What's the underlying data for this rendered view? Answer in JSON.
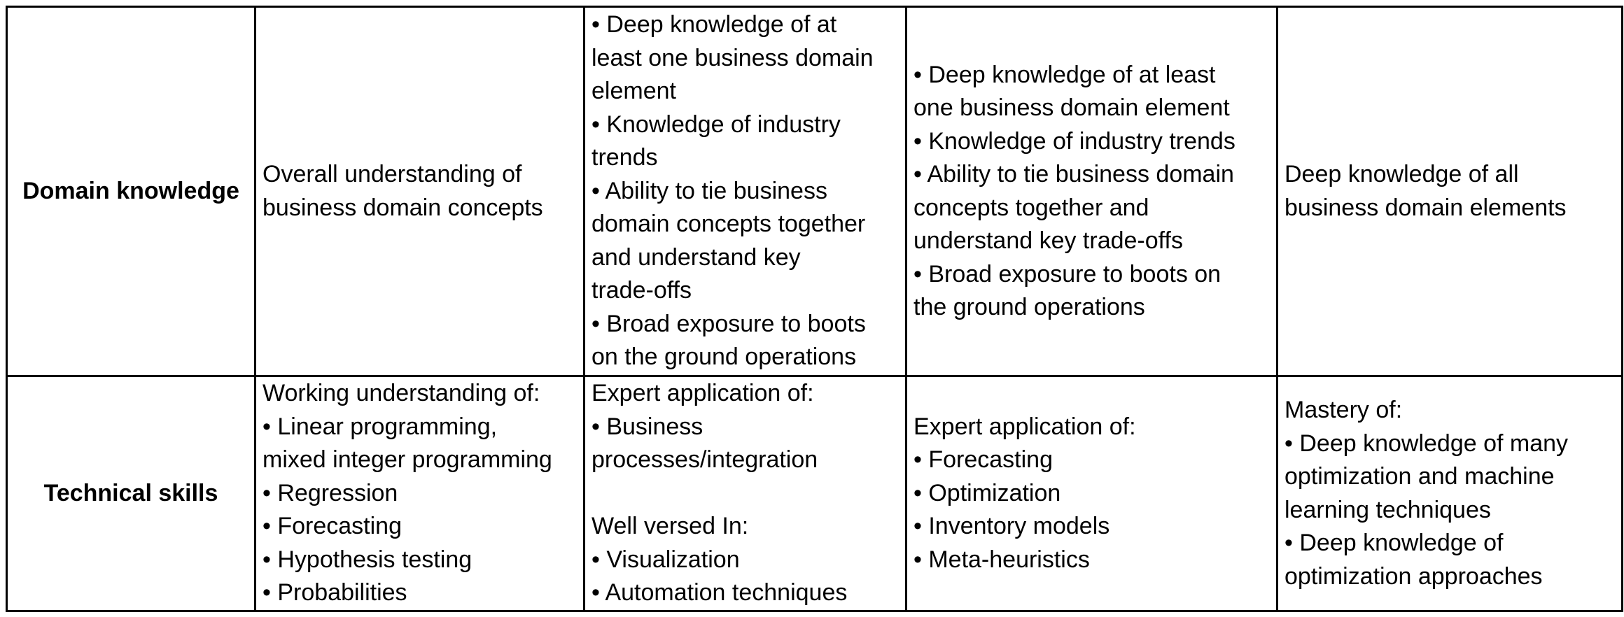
{
  "rows": [
    {
      "key": "domain-knowledge",
      "header": "Domain knowledge",
      "cells": [
        [
          "Overall understanding of",
          "business domain concepts"
        ],
        [
          "• Deep knowledge of at",
          "least one business domain",
          "element",
          "• Knowledge of industry",
          "trends",
          "• Ability to tie business",
          "domain concepts together",
          "and understand key",
          "trade-offs",
          "• Broad exposure to boots",
          "on the ground operations"
        ],
        [
          "• Deep knowledge of at least",
          "one business domain element",
          "• Knowledge of industry trends",
          "• Ability to tie business domain",
          "concepts together and",
          "understand key trade-offs",
          "• Broad exposure to boots on",
          "the ground operations"
        ],
        [
          "Deep knowledge of all",
          "business domain elements"
        ]
      ]
    },
    {
      "key": "technical-skills",
      "header": "Technical skills",
      "cells": [
        [
          "Working understanding of:",
          "• Linear programming,",
          "mixed integer programming",
          "• Regression",
          "• Forecasting",
          "• Hypothesis testing",
          "• Probabilities"
        ],
        [
          "Expert application of:",
          "• Business",
          "processes/integration",
          "",
          "Well versed In:",
          "• Visualization",
          "• Automation techniques"
        ],
        [
          "Expert application of:",
          "• Forecasting",
          "• Optimization",
          "• Inventory models",
          "• Meta-heuristics"
        ],
        [
          "Mastery of:",
          "• Deep knowledge of many",
          "optimization and machine",
          "learning techniques",
          "• Deep knowledge of",
          "optimization approaches"
        ]
      ]
    }
  ]
}
